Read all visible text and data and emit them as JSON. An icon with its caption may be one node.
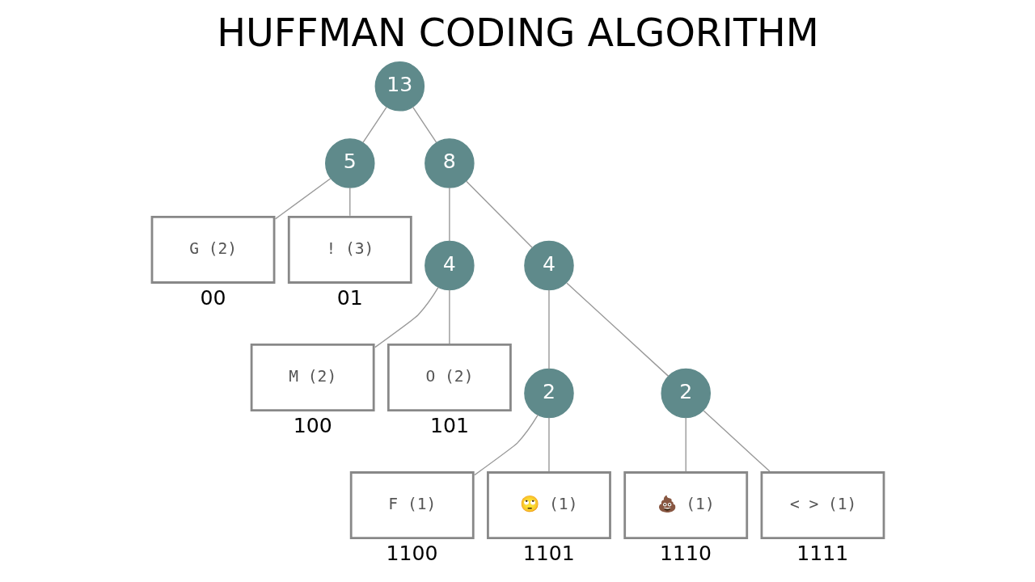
{
  "diagram": {
    "title": "HUFFMAN CODING ALGORITHM",
    "nodes": [
      {
        "text": [
          "13"
        ]
      },
      {
        "text": [
          "5"
        ]
      },
      {
        "text": [
          "8"
        ]
      },
      {
        "text": [
          "G (2)"
        ],
        "beside": [
          "00"
        ]
      },
      {
        "text": [
          "! (3)"
        ],
        "beside": [
          "01"
        ]
      },
      {
        "text": [
          "4"
        ]
      },
      {
        "text": [
          "4"
        ]
      },
      {
        "text": [
          "M (2)"
        ],
        "beside": [
          "100"
        ]
      },
      {
        "text": [
          "O (2)"
        ],
        "beside": [
          "101"
        ]
      },
      {
        "text": [
          "2"
        ]
      },
      {
        "text": [
          "2"
        ]
      },
      {
        "text": [
          "F (1)"
        ],
        "beside": [
          "1100"
        ]
      },
      {
        "text": [
          "🙄 (1)"
        ],
        "beside": [
          "1101"
        ]
      },
      {
        "text": [
          "💩 (1)"
        ],
        "beside": [
          "1110"
        ]
      },
      {
        "text": [
          "< > (1)"
        ],
        "beside": [
          "1111"
        ]
      }
    ],
    "edges": [
      {
        "from": 0,
        "to": 1,
        "arrow": "none"
      },
      {
        "from": 0,
        "to": 2,
        "arrow": "none"
      },
      {
        "from": 1,
        "to": 3,
        "arrow": "none"
      },
      {
        "from": 1,
        "to": 4,
        "arrow": "none"
      },
      {
        "from": 2,
        "to": 5,
        "arrow": "none"
      },
      {
        "from": 2,
        "to": 6,
        "arrow": "none"
      },
      {
        "from": 5,
        "to": 7,
        "arrow": "none"
      },
      {
        "from": 5,
        "to": 8,
        "arrow": "none"
      },
      {
        "from": 6,
        "to": 9,
        "arrow": "none"
      },
      {
        "from": 6,
        "to": 10,
        "arrow": "none"
      },
      {
        "from": 9,
        "to": 11,
        "arrow": "none"
      },
      {
        "from": 9,
        "to": 12,
        "arrow": "none"
      },
      {
        "from": 10,
        "to": 13,
        "arrow": "none"
      },
      {
        "from": 10,
        "to": 14,
        "arrow": "none"
      }
    ]
  }
}
